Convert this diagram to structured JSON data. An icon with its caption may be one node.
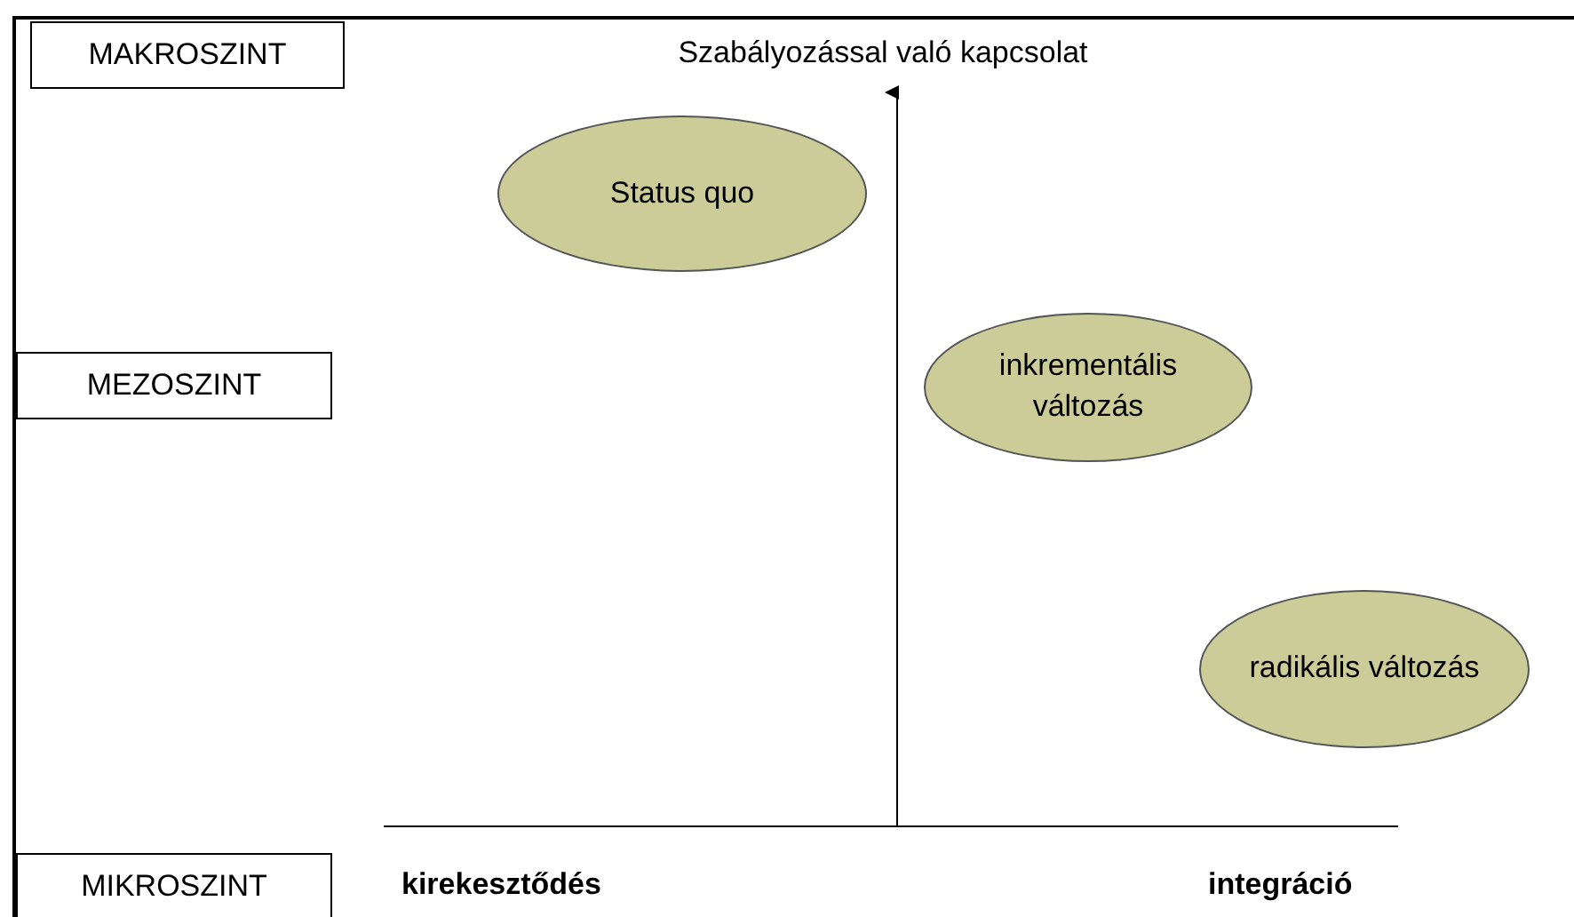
{
  "diagram": {
    "nodes": [
      {
        "text": [
          "MAKROSZINT"
        ]
      },
      {
        "text": [
          "Status quo"
        ]
      },
      {
        "text": [
          "MEZOSZINT"
        ]
      },
      {
        "text": [
          "inkrementális változás"
        ]
      },
      {
        "text": [
          "radikális változás"
        ]
      },
      {
        "text": [
          "MIKROSZINT"
        ]
      }
    ],
    "labels": [
      "Szabályozással való kapcsolat",
      "kirekesztődés",
      "integráció"
    ]
  }
}
